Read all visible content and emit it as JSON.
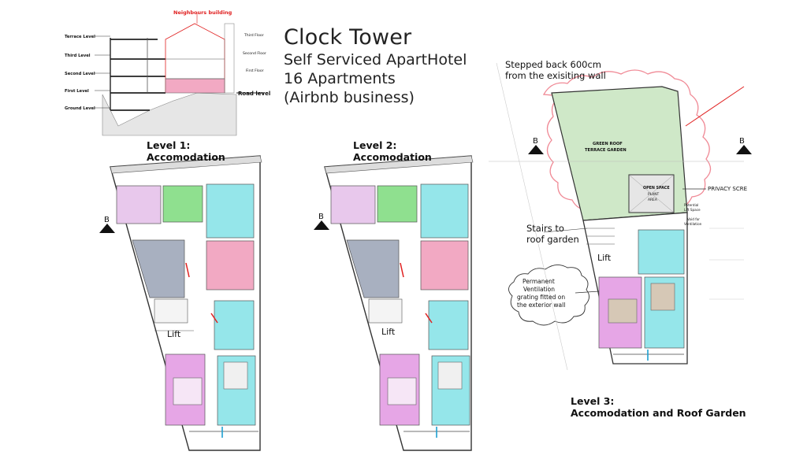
{
  "project": {
    "title": "Clock Tower",
    "subtitle": "Self Serviced ApartHotel",
    "apartments": "16 Apartments",
    "business": "(Airbnb business)"
  },
  "section": {
    "neighbours": "Neighbours building",
    "levels_left": [
      "Terrace Level",
      "Third Level",
      "Second Level",
      "First Level",
      "Ground Level"
    ],
    "levels_right": [
      "Third Floor",
      "Second Floor",
      "First Floor"
    ],
    "road": "Road level"
  },
  "plans": {
    "level1": {
      "line1": "Level 1:",
      "line2": "Accomodation",
      "lift": "Lift",
      "section_mark": "B"
    },
    "level2": {
      "line1": "Level 2:",
      "line2": "Accomodation",
      "lift": "Lift",
      "section_mark": "B"
    },
    "level3": {
      "line1": "Level 3:",
      "line2": "Accomodation and Roof Garden",
      "lift": "Lift",
      "section_mark_left": "B",
      "section_mark_right": "B",
      "stepped_back": [
        "Stepped back 600cm",
        "from the exisiting wall"
      ],
      "green_roof": [
        "GREEN ROOF",
        "TERRACE GARDEN"
      ],
      "open_space": [
        "OPEN SPACE",
        "PLANT",
        "AREA"
      ],
      "privacy": "PRIVACY SCRE",
      "potential_lift": [
        "Potential",
        "Lift Space"
      ],
      "void": [
        "Void for",
        "Ventilation"
      ],
      "stairs": [
        "Stairs to",
        "roof garden"
      ],
      "ventilation": [
        "Permanent",
        "Ventilation",
        "grating fitted on",
        "the exterior wall"
      ]
    }
  },
  "colors": {
    "pink": "#f2a9c3",
    "green": "#8fe08f",
    "cyan": "#95e6ea",
    "slate": "#a8b0c0",
    "lilac": "#e8c8ec",
    "magenta": "#e6a6e6",
    "tan": "#d6c8b6",
    "roof": "#cfe8c8",
    "cloud": "#f08a96",
    "accent_red": "#e02020"
  }
}
